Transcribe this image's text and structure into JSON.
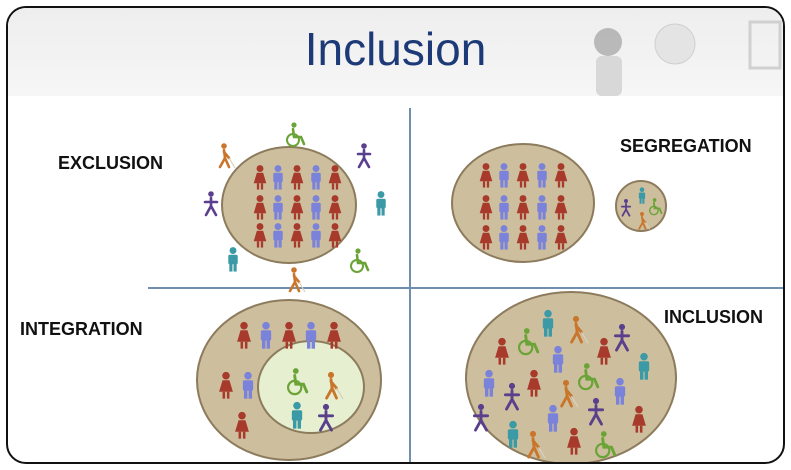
{
  "title": "Inclusion",
  "quadrants": {
    "exclusion": "EXCLUSION",
    "segregation": "SEGREGATION",
    "integration": "INTEGRATION",
    "inclusion": "INCLUSION"
  },
  "colors": {
    "title": "#1d3a78",
    "divider": "#6f8fae",
    "circle_fill": "#cdbf9e",
    "circle_stroke": "#8c7b5c",
    "inner_circle_fill": "#e6efcf",
    "red": "#a83a2c",
    "blue": "#7a82d9",
    "orange": "#c9762c",
    "teal": "#3b9aa6",
    "purple": "#5a3f8c",
    "green": "#6aa336"
  }
}
